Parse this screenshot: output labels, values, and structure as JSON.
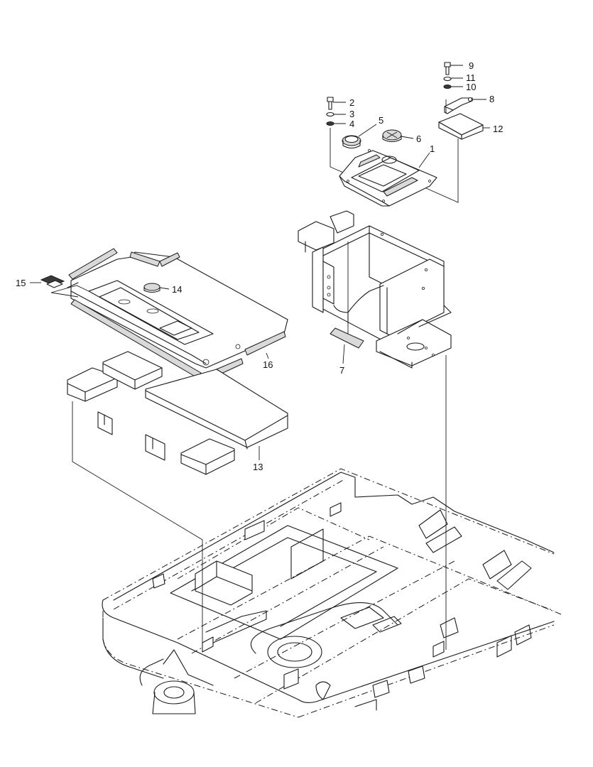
{
  "callouts": [
    {
      "id": "c1",
      "text": "1"
    },
    {
      "id": "c2",
      "text": "2"
    },
    {
      "id": "c3",
      "text": "3"
    },
    {
      "id": "c4",
      "text": "4"
    },
    {
      "id": "c5",
      "text": "5"
    },
    {
      "id": "c6",
      "text": "6"
    },
    {
      "id": "c7",
      "text": "7"
    },
    {
      "id": "c8",
      "text": "8"
    },
    {
      "id": "c9",
      "text": "9"
    },
    {
      "id": "c10",
      "text": "10"
    },
    {
      "id": "c11",
      "text": "11"
    },
    {
      "id": "c12",
      "text": "12"
    },
    {
      "id": "c13",
      "text": "13"
    },
    {
      "id": "c14",
      "text": "14"
    },
    {
      "id": "c15",
      "text": "15"
    },
    {
      "id": "c16",
      "text": "16"
    }
  ]
}
